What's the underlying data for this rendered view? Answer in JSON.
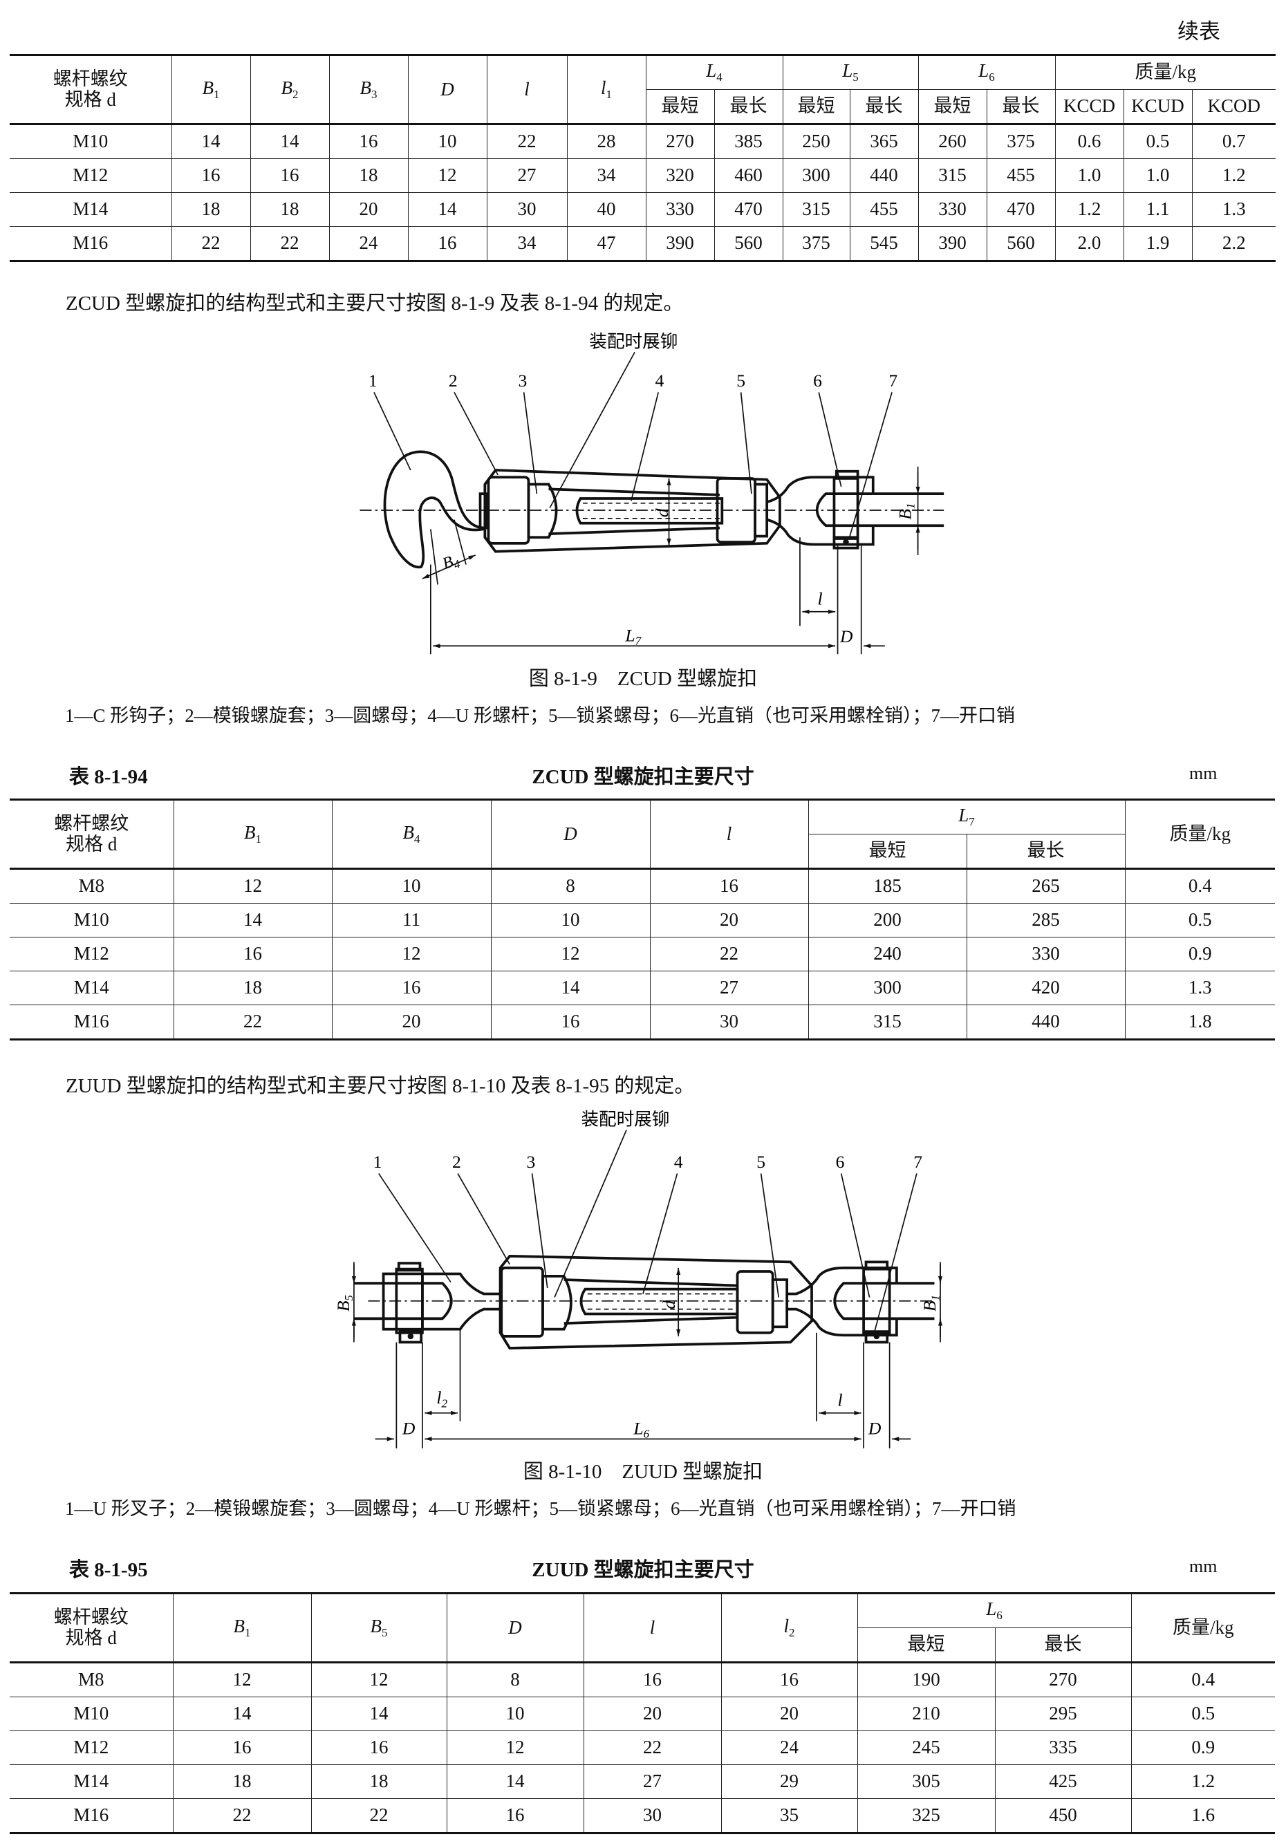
{
  "continued_label": "续表",
  "table_cont": {
    "header": {
      "spec": "螺杆螺纹\n规格 d",
      "cols": [
        {
          "sym": "B",
          "sub": "1"
        },
        {
          "sym": "B",
          "sub": "2"
        },
        {
          "sym": "B",
          "sub": "3"
        },
        {
          "sym": "D",
          "sub": ""
        },
        {
          "sym": "l",
          "sub": ""
        },
        {
          "sym": "l",
          "sub": "1"
        }
      ],
      "groups": [
        {
          "sym": "L",
          "sub": "4"
        },
        {
          "sym": "L",
          "sub": "5"
        },
        {
          "sym": "L",
          "sub": "6"
        }
      ],
      "mass": "质量/kg",
      "min": "最短",
      "max": "最长",
      "mass_cols": [
        "KCCD",
        "KCUD",
        "KCOD"
      ]
    },
    "rows": [
      [
        "M10",
        "14",
        "14",
        "16",
        "10",
        "22",
        "28",
        "270",
        "385",
        "250",
        "365",
        "260",
        "375",
        "0.6",
        "0.5",
        "0.7"
      ],
      [
        "M12",
        "16",
        "16",
        "18",
        "12",
        "27",
        "34",
        "320",
        "460",
        "300",
        "440",
        "315",
        "455",
        "1.0",
        "1.0",
        "1.2"
      ],
      [
        "M14",
        "18",
        "18",
        "20",
        "14",
        "30",
        "40",
        "330",
        "470",
        "315",
        "455",
        "330",
        "470",
        "1.2",
        "1.1",
        "1.3"
      ],
      [
        "M16",
        "22",
        "22",
        "24",
        "16",
        "34",
        "47",
        "390",
        "560",
        "375",
        "545",
        "390",
        "560",
        "2.0",
        "1.9",
        "2.2"
      ]
    ]
  },
  "para1": "ZCUD 型螺旋扣的结构型式和主要尺寸按图 8-1-9 及表 8-1-94 的规定。",
  "figure1": {
    "note": "装配时展铆",
    "callouts": [
      "1",
      "2",
      "3",
      "4",
      "5",
      "6",
      "7"
    ],
    "dims": {
      "B4": {
        "sym": "B",
        "sub": "4"
      },
      "B1": {
        "sym": "B",
        "sub": "1"
      },
      "d": "d",
      "l": "l",
      "L7": {
        "sym": "L",
        "sub": "7"
      },
      "D": "D"
    },
    "caption": "图 8-1-9　ZCUD 型螺旋扣",
    "legend": "1—C 形钩子；2—模锻螺旋套；3—圆螺母；4—U 形螺杆；5—锁紧螺母；6—光直销（也可采用螺栓销）；7—开口销"
  },
  "table94": {
    "label": "表 8-1-94",
    "title": "ZCUD 型螺旋扣主要尺寸",
    "unit": "mm",
    "header": {
      "spec": "螺杆螺纹\n规格 d",
      "cols": [
        {
          "sym": "B",
          "sub": "1"
        },
        {
          "sym": "B",
          "sub": "4"
        },
        {
          "sym": "D",
          "sub": ""
        },
        {
          "sym": "l",
          "sub": ""
        }
      ],
      "group": {
        "sym": "L",
        "sub": "7"
      },
      "min": "最短",
      "max": "最长",
      "mass": "质量/kg"
    },
    "rows": [
      [
        "M8",
        "12",
        "10",
        "8",
        "16",
        "185",
        "265",
        "0.4"
      ],
      [
        "M10",
        "14",
        "11",
        "10",
        "20",
        "200",
        "285",
        "0.5"
      ],
      [
        "M12",
        "16",
        "12",
        "12",
        "22",
        "240",
        "330",
        "0.9"
      ],
      [
        "M14",
        "18",
        "16",
        "14",
        "27",
        "300",
        "420",
        "1.3"
      ],
      [
        "M16",
        "22",
        "20",
        "16",
        "30",
        "315",
        "440",
        "1.8"
      ]
    ]
  },
  "para2": "ZUUD 型螺旋扣的结构型式和主要尺寸按图 8-1-10 及表 8-1-95 的规定。",
  "figure2": {
    "note": "装配时展铆",
    "callouts": [
      "1",
      "2",
      "3",
      "4",
      "5",
      "6",
      "7"
    ],
    "dims": {
      "B5": {
        "sym": "B",
        "sub": "5"
      },
      "B1": {
        "sym": "B",
        "sub": "1"
      },
      "d": "d",
      "l": "l",
      "l2": {
        "sym": "l",
        "sub": "2"
      },
      "L6": {
        "sym": "L",
        "sub": "6"
      },
      "D": "D"
    },
    "caption": "图 8-1-10　ZUUD 型螺旋扣",
    "legend": "1—U 形叉子；2—模锻螺旋套；3—圆螺母；4—U 形螺杆；5—锁紧螺母；6—光直销（也可采用螺栓销）；7—开口销"
  },
  "table95": {
    "label": "表 8-1-95",
    "title": "ZUUD 型螺旋扣主要尺寸",
    "unit": "mm",
    "header": {
      "spec": "螺杆螺纹\n规格 d",
      "cols": [
        {
          "sym": "B",
          "sub": "1"
        },
        {
          "sym": "B",
          "sub": "5"
        },
        {
          "sym": "D",
          "sub": ""
        },
        {
          "sym": "l",
          "sub": ""
        },
        {
          "sym": "l",
          "sub": "2"
        }
      ],
      "group": {
        "sym": "L",
        "sub": "6"
      },
      "min": "最短",
      "max": "最长",
      "mass": "质量/kg"
    },
    "rows": [
      [
        "M8",
        "12",
        "12",
        "8",
        "16",
        "16",
        "190",
        "270",
        "0.4"
      ],
      [
        "M10",
        "14",
        "14",
        "10",
        "20",
        "20",
        "210",
        "295",
        "0.5"
      ],
      [
        "M12",
        "16",
        "16",
        "12",
        "22",
        "24",
        "245",
        "335",
        "0.9"
      ],
      [
        "M14",
        "18",
        "18",
        "14",
        "27",
        "29",
        "305",
        "425",
        "1.2"
      ],
      [
        "M16",
        "22",
        "22",
        "16",
        "30",
        "35",
        "325",
        "450",
        "1.6"
      ]
    ]
  }
}
